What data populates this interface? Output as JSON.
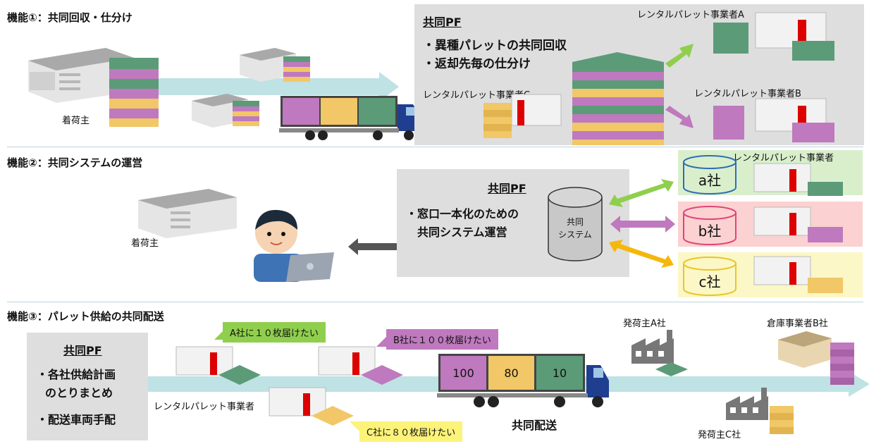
{
  "section1": {
    "title": "機能①：共同回収・仕分け",
    "shipper_label": "着荷主",
    "pf": {
      "title": "共同PF",
      "bullet1": "・異種パレットの共同回収",
      "bullet2": "・返却先毎の仕分け"
    },
    "operator_a": "レンタルパレット事業者A",
    "operator_b": "レンタルパレット事業者B",
    "operator_c": "レンタルパレット事業者C"
  },
  "section2": {
    "title": "機能②：共同システムの運営",
    "shipper_label": "着荷主",
    "pf": {
      "title": "共同PF",
      "line1": "・窓口一本化のための",
      "line2": "共同システム運営"
    },
    "system_line1": "共同",
    "system_line2": "システム",
    "operator_label": "レンタルパレット事業者",
    "companies": [
      "a社",
      "b社",
      "c社"
    ]
  },
  "section3": {
    "title": "機能③：パレット供給の共同配送",
    "pf": {
      "title": "共同PF",
      "line1": "・各社供給計画",
      "line2": "のとりまとめ",
      "line3": "・配送車両手配"
    },
    "callout_a": "A社に１０枚届けたい",
    "callout_b": "B社に１００枚届けたい",
    "callout_c": "C社に８０枚届けたい",
    "operator_label": "レンタルパレット事業者",
    "truck_loads": [
      "100",
      "80",
      "10"
    ],
    "delivery_label": "共同配送",
    "shipper_a": "発荷主A社",
    "warehouse_b": "倉庫事業者B社",
    "shipper_c": "発荷主C社"
  },
  "colors": {
    "green": "#5c9b78",
    "purple": "#bf79be",
    "yellow": "#f1c767",
    "band": "#bfe2e4",
    "panel": "#dedede",
    "green_box": "#d9efcc",
    "pink_box": "#fbd1d1",
    "yellow_box": "#fcf7c6"
  }
}
